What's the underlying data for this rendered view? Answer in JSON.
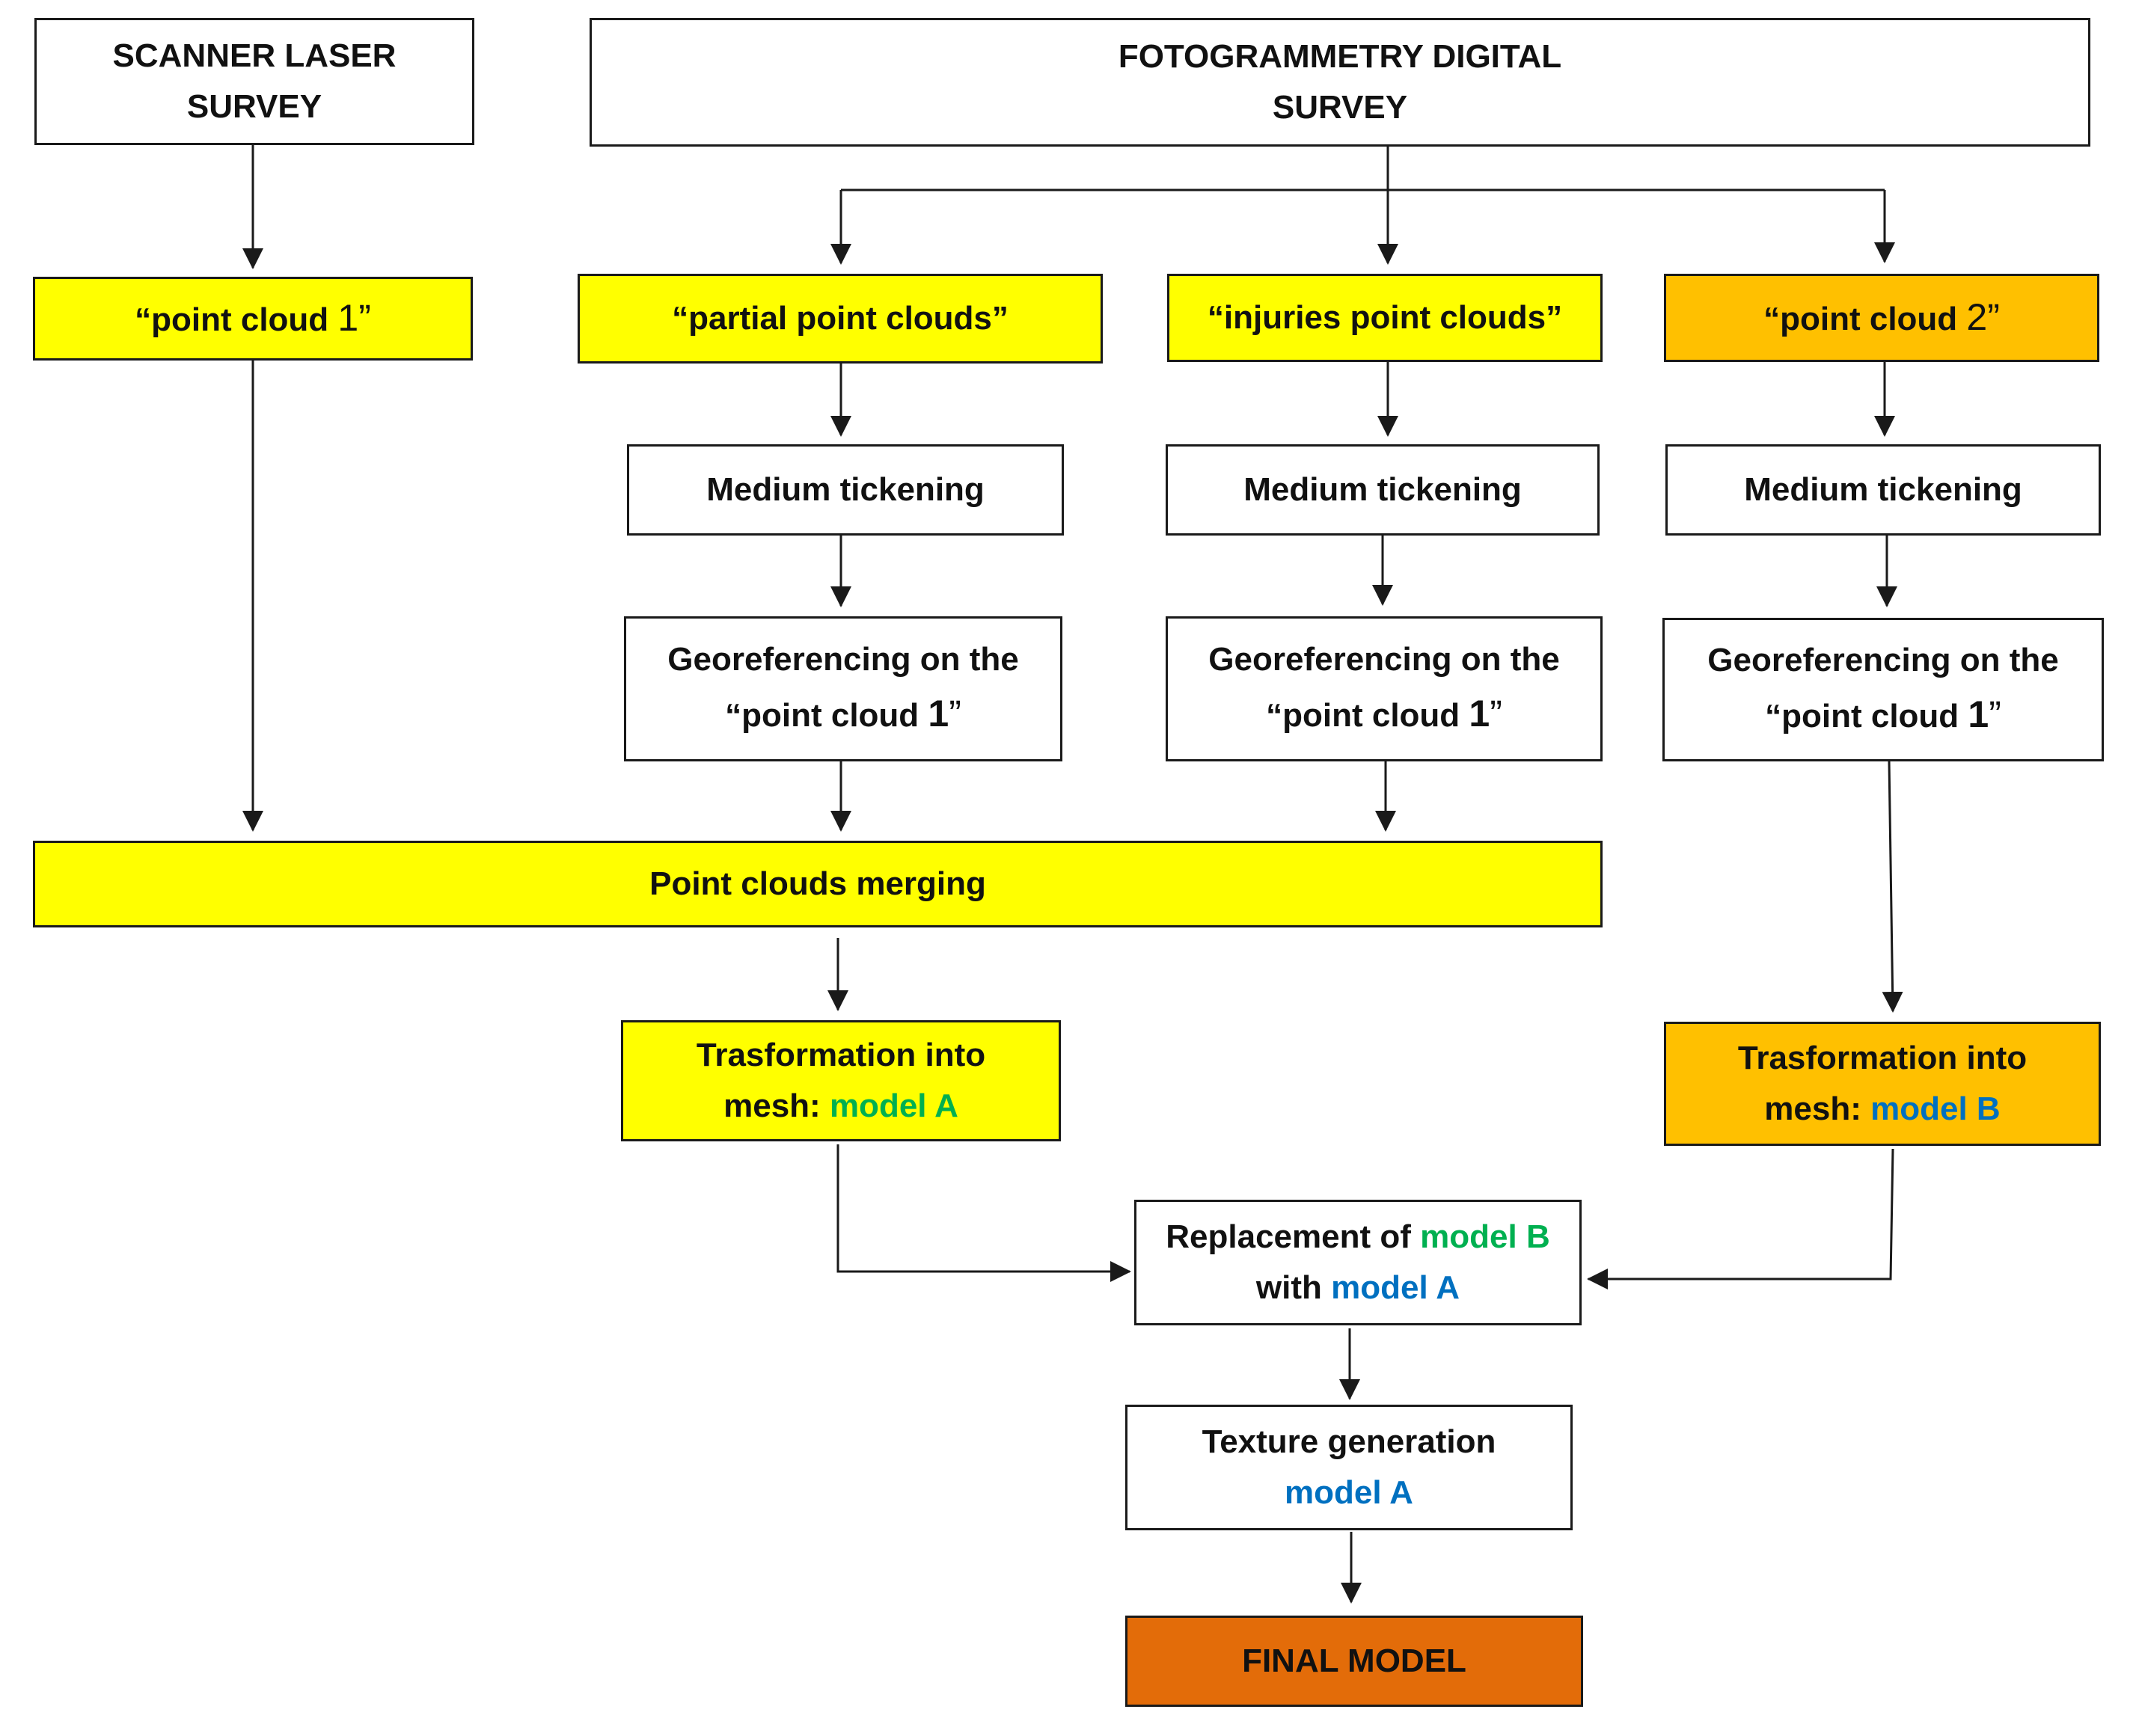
{
  "colors": {
    "yellow": "#ffff00",
    "orange": "#ffc000",
    "dark_orange": "#e36c09",
    "model_green": "#00b050",
    "model_blue": "#0070c0",
    "line": "#1a1a1a"
  },
  "sources": {
    "scanner": {
      "line1": "SCANNER LASER",
      "line2": "SURVEY"
    },
    "photo": {
      "line1": "FOTOGRAMMETRY DIGITAL",
      "line2": "SURVEY"
    }
  },
  "clouds": {
    "pc1": {
      "open": "“point cloud ",
      "num": "1",
      "close": "”"
    },
    "partial": {
      "text": "“partial point clouds”"
    },
    "injuries": {
      "text": "“injuries point clouds”"
    },
    "pc2": {
      "open": "“point cloud ",
      "num": "2",
      "close": "”"
    }
  },
  "steps": {
    "medium": "Medium tickening",
    "georef": {
      "line1": "Georeferencing on the",
      "open": "“point cloud ",
      "num": "1",
      "close": "”"
    }
  },
  "merge": {
    "label": "Point clouds merging"
  },
  "meshA": {
    "line1": "Trasformation into",
    "prefix": "mesh: ",
    "model": "model A"
  },
  "meshB": {
    "line1": "Trasformation into",
    "prefix": "mesh: ",
    "model": "model B"
  },
  "replace": {
    "line1": "Replacement of ",
    "model_b": "model B",
    "with": "with ",
    "model_a": "model A"
  },
  "texture": {
    "line1": "Texture generation",
    "model": "model A"
  },
  "final": {
    "label": "FINAL MODEL"
  }
}
